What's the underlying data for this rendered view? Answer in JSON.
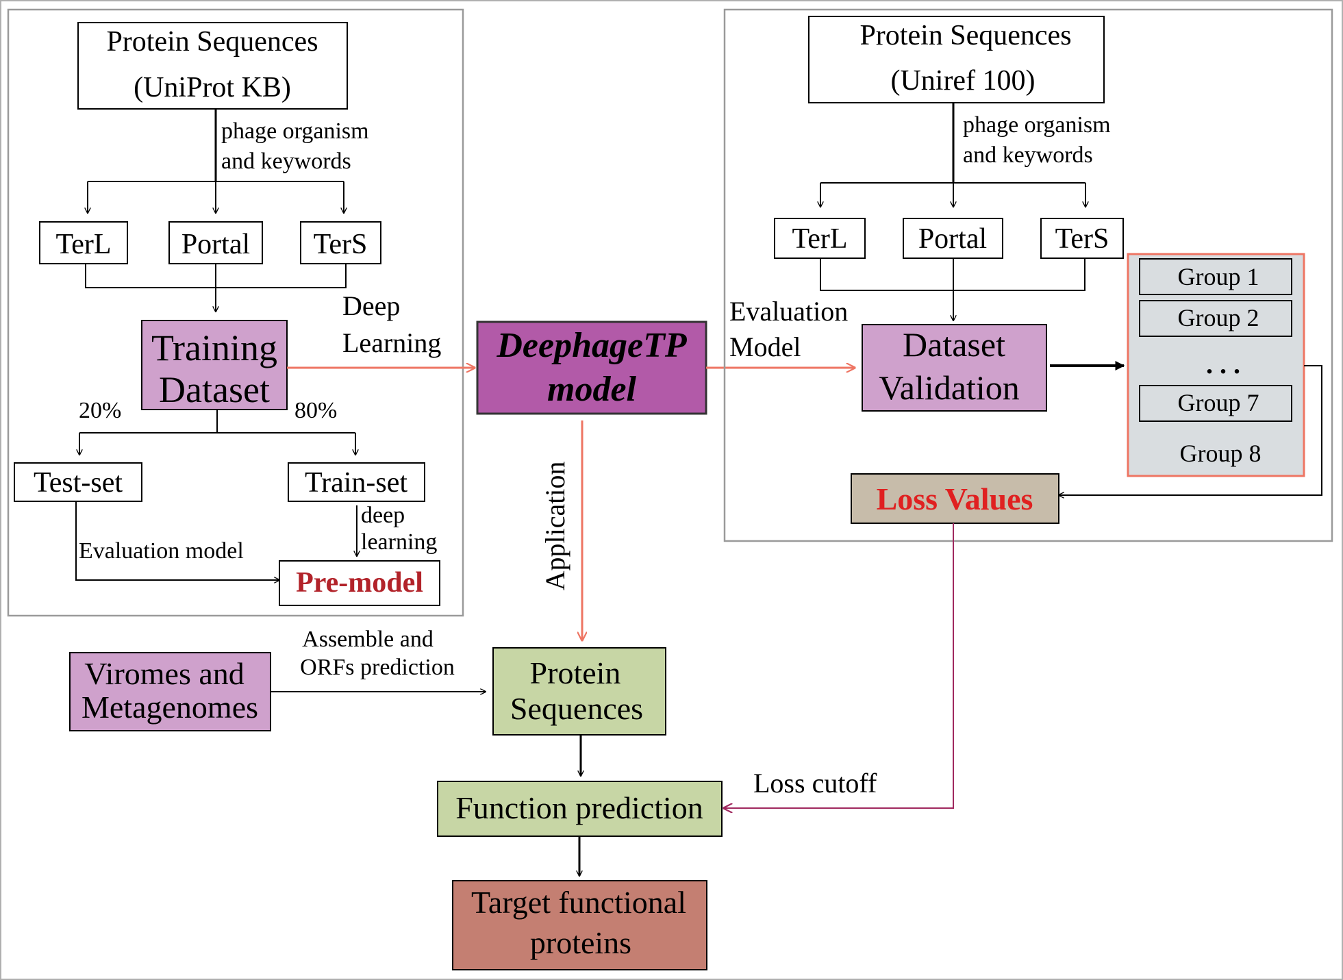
{
  "left_panel": {
    "source_line1": "Protein Sequences",
    "source_line2": "(UniProt KB)",
    "filter_line1": "phage organism",
    "filter_line2": "and keywords",
    "terl": "TerL",
    "portal": "Portal",
    "ters": "TerS",
    "training_line1": "Training",
    "training_line2": "Dataset",
    "pct_test": "20%",
    "pct_train": "80%",
    "test_set": "Test-set",
    "train_set": "Train-set",
    "deep_line1": "deep",
    "deep_line2": "learning",
    "evaluation_model": "Evaluation model",
    "pre_model": "Pre-model"
  },
  "center": {
    "deep_learning_line1": "Deep",
    "deep_learning_line2": "Learning",
    "model_line1": "DeephageTP",
    "model_line2": "model",
    "application": "Application"
  },
  "right_panel": {
    "source_line1": "Protein Sequences",
    "source_line2": "(Uniref 100)",
    "filter_line1": "phage organism",
    "filter_line2": "and keywords",
    "terl": "TerL",
    "portal": "Portal",
    "ters": "TerS",
    "eval_line1": "Evaluation",
    "eval_line2": "Model",
    "validation_line1": "Dataset",
    "validation_line2": "Validation",
    "groups": [
      "Group 1",
      "Group 2",
      "Group 7",
      "Group 8"
    ],
    "ellipsis": ". . .",
    "loss_values": "Loss Values"
  },
  "bottom": {
    "viromes_line1": "Viromes and",
    "viromes_line2": "Metagenomes",
    "assemble_line1": "Assemble and",
    "assemble_line2": "ORFs prediction",
    "protein_line1": "Protein",
    "protein_line2": "Sequences",
    "function_prediction": "Function prediction",
    "loss_cutoff": "Loss cutoff",
    "target_line1": "Target functional",
    "target_line2": "proteins"
  },
  "colors": {
    "purple_light": "#cfa1cc",
    "purple_model": "#b25aa8",
    "green_box": "#c7d6a5",
    "brown_box": "#c7bcaa",
    "target_box": "#c47f72",
    "group_panel": "#d9dde0",
    "salmon_arrow": "#ee7563",
    "loss_red": "#e02020",
    "premodel_red": "#b2232a",
    "loss_line": "#a0285e"
  }
}
